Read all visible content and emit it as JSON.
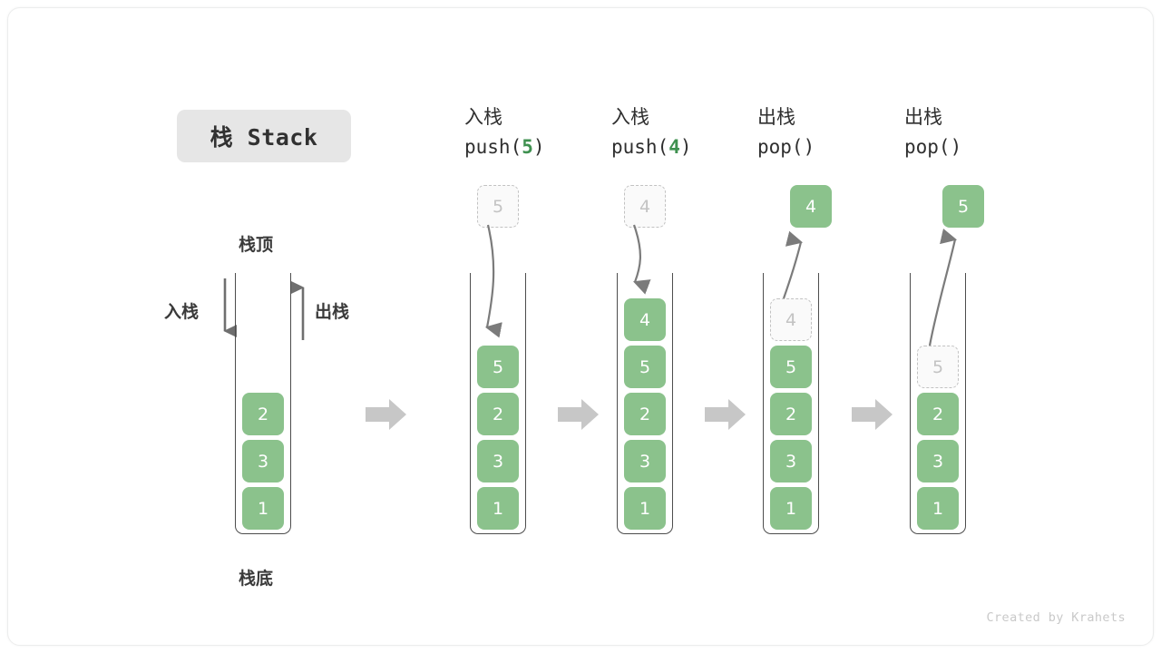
{
  "title": {
    "text": "栈 Stack"
  },
  "labels": {
    "top": "栈顶",
    "bottom": "栈底",
    "push_side": "入栈",
    "pop_side": "出栈"
  },
  "credit": "Created by Krahets",
  "colors": {
    "cell_fill": "#8bc28c",
    "cell_text": "#ffffff",
    "ghost_fill": "#fafafa",
    "ghost_border": "#c2c2c2",
    "ghost_text": "#c3c3c3",
    "highlight_green": "#3f9150",
    "container_stroke": "#4d4d4d",
    "flow_arrow": "#c7c7c7",
    "badge_bg": "#e6e6e6",
    "text": "#2f2f2f",
    "credit_text": "#c9c9c9"
  },
  "columns": [
    {
      "id": "initial",
      "header_cn": "",
      "header_code": "",
      "header_code_pre": "",
      "header_code_num": "",
      "header_code_post": "",
      "cells": [
        "2",
        "3",
        "1"
      ],
      "ghost_above": null,
      "ghost_in_stack": null,
      "popped_out": null
    },
    {
      "id": "push-5",
      "header_cn": "入栈",
      "header_code_pre": "push(",
      "header_code_num": "5",
      "header_code_post": ")",
      "cells": [
        "5",
        "2",
        "3",
        "1"
      ],
      "ghost_above": "5",
      "ghost_in_stack": null,
      "popped_out": null
    },
    {
      "id": "push-4",
      "header_cn": "入栈",
      "header_code_pre": "push(",
      "header_code_num": "4",
      "header_code_post": ")",
      "cells": [
        "4",
        "5",
        "2",
        "3",
        "1"
      ],
      "ghost_above": "4",
      "ghost_in_stack": null,
      "popped_out": null
    },
    {
      "id": "pop-4",
      "header_cn": "出栈",
      "header_code_pre": "pop(",
      "header_code_num": "",
      "header_code_post": ")",
      "cells": [
        "5",
        "2",
        "3",
        "1"
      ],
      "ghost_above": null,
      "ghost_in_stack": "4",
      "popped_out": "4"
    },
    {
      "id": "pop-5",
      "header_cn": "出栈",
      "header_code_pre": "pop(",
      "header_code_num": "",
      "header_code_post": ")",
      "cells": [
        "2",
        "3",
        "1"
      ],
      "ghost_above": null,
      "ghost_in_stack": "5",
      "popped_out": "5"
    }
  ]
}
